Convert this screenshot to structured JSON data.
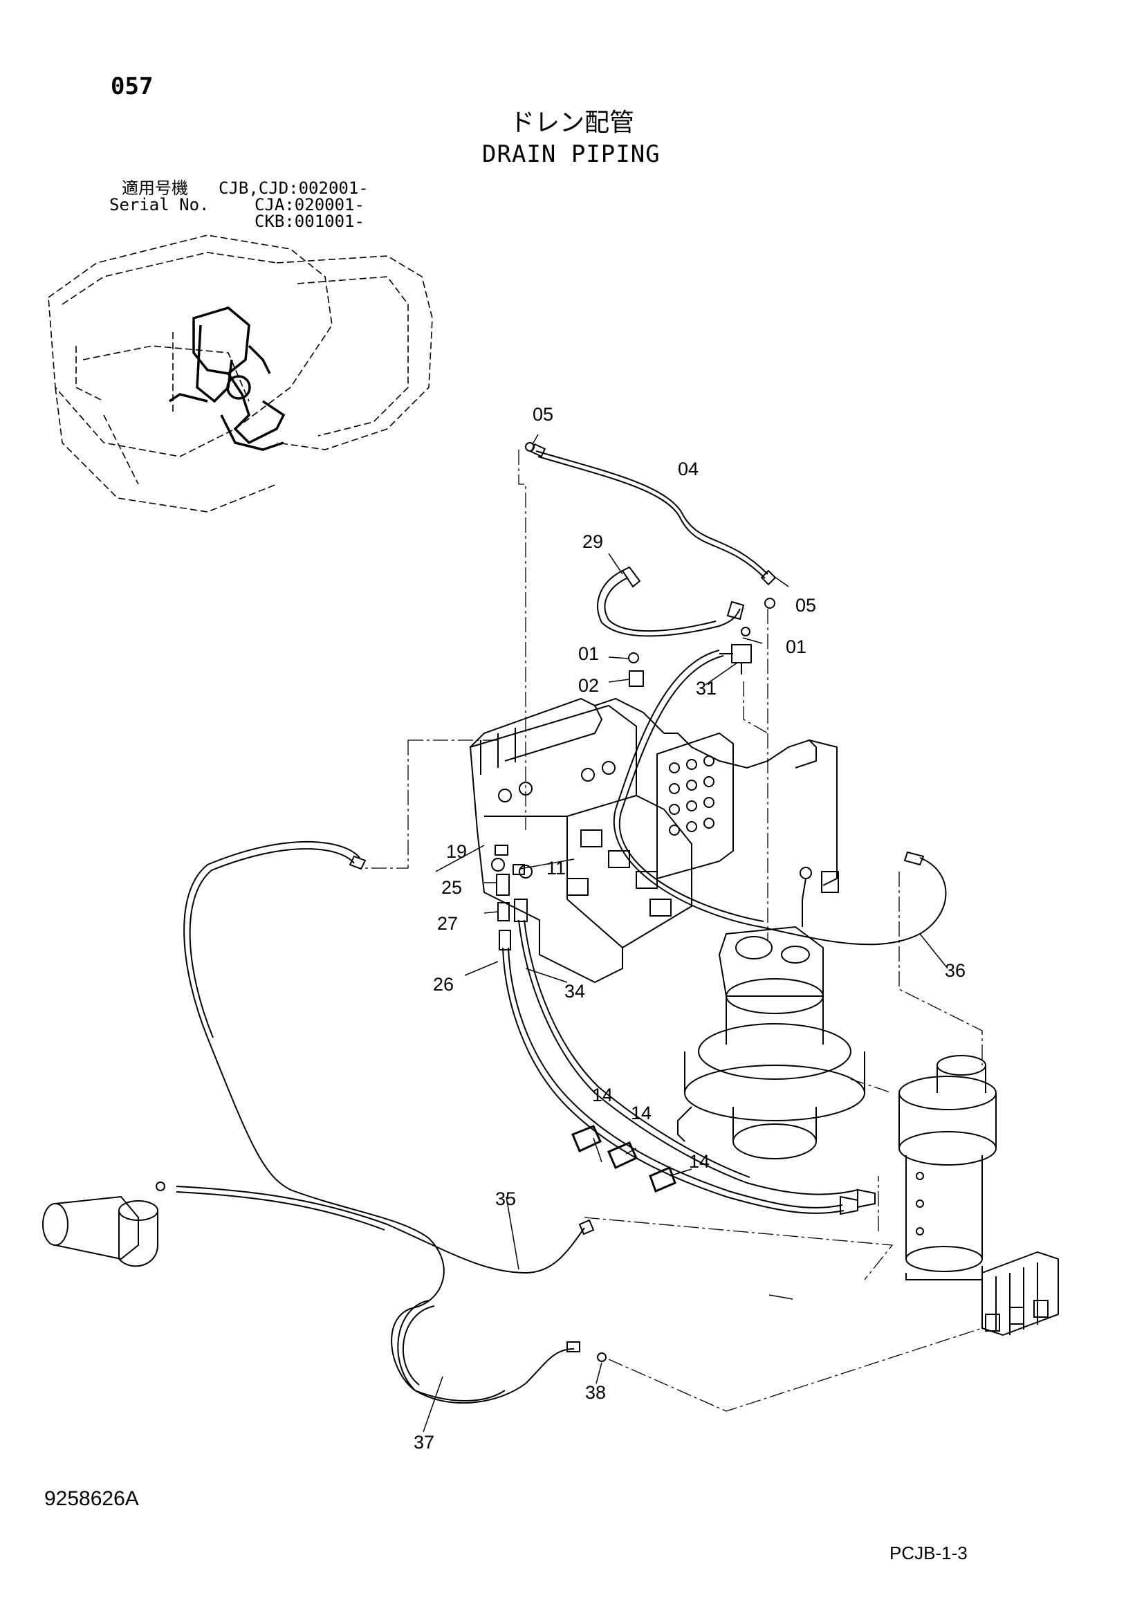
{
  "header": {
    "page_number": "057",
    "title_jp": "ドレン配管",
    "title_en": "DRAIN PIPING"
  },
  "serial_block": {
    "label_jp": "適用号機",
    "label_en": "Serial No.",
    "ranges": [
      "CJB,CJD:002001-",
      "CJA:020001-",
      "CKB:001001-"
    ]
  },
  "callouts": [
    "05",
    "04",
    "29",
    "05",
    "01",
    "01",
    "02",
    "31",
    "19",
    "11",
    "25",
    "27",
    "26",
    "34",
    "36",
    "14",
    "14",
    "14",
    "35",
    "38",
    "37"
  ],
  "footer": {
    "drawing_number": "9258626A",
    "sheet_code": "PCJB-1-3"
  }
}
